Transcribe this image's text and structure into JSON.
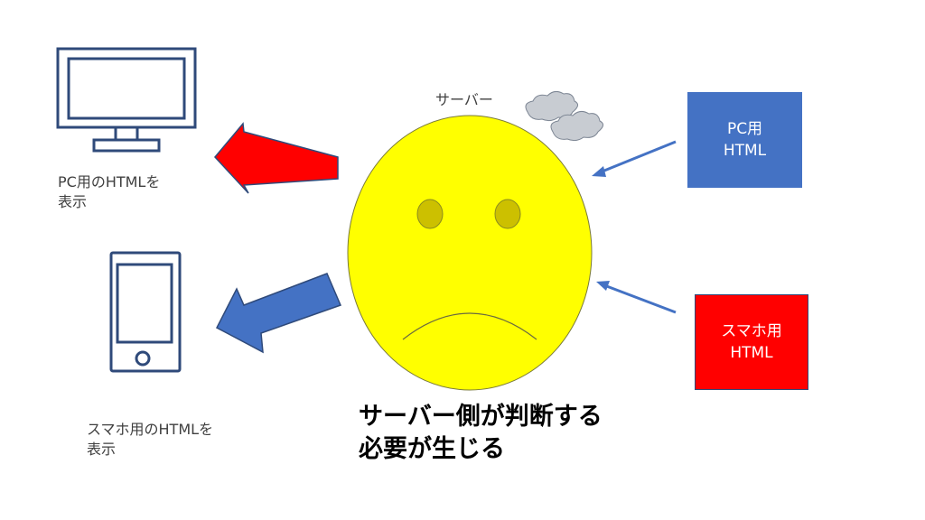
{
  "server_label": "サーバー",
  "pc_caption": {
    "line1": "PC用のHTMLを",
    "line2": "表示"
  },
  "phone_caption": {
    "line1": "スマホ用のHTMLを",
    "line2": "表示"
  },
  "pc_html_box": {
    "line1": "PC用",
    "line2": "HTML",
    "color": "#4472C4"
  },
  "sp_html_box": {
    "line1": "スマホ用",
    "line2": "HTML",
    "color": "#FF0000"
  },
  "main_caption": {
    "line1": "サーバー側が判断する",
    "line2": "必要が生じる"
  },
  "colors": {
    "face": "#FFFF00",
    "eyes": "#CCC000",
    "red_arrow": "#FF0000",
    "blue_arrow": "#4472C4",
    "device_outline": "#2F4A7A",
    "cloud": "#C8CCD2"
  },
  "icons": [
    "monitor-icon",
    "smartphone-icon",
    "worried-face",
    "steam-clouds"
  ]
}
